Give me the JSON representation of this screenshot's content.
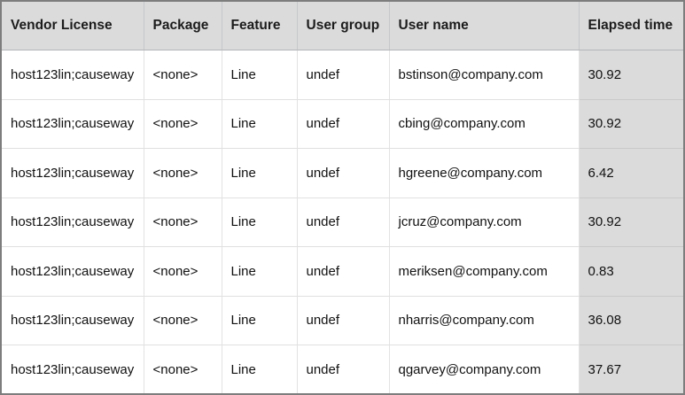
{
  "table": {
    "columns": [
      {
        "label": "Vendor License"
      },
      {
        "label": "Package"
      },
      {
        "label": "Feature"
      },
      {
        "label": "User group"
      },
      {
        "label": "User name"
      },
      {
        "label": "Elapsed time"
      }
    ],
    "rows": [
      {
        "vendor_license": "host123lin;causeway",
        "package": "<none>",
        "feature": "Line",
        "user_group": "undef",
        "user_name": "bstinson@company.com",
        "elapsed_time": "30.92"
      },
      {
        "vendor_license": "host123lin;causeway",
        "package": "<none>",
        "feature": "Line",
        "user_group": "undef",
        "user_name": "cbing@company.com",
        "elapsed_time": "30.92"
      },
      {
        "vendor_license": "host123lin;causeway",
        "package": "<none>",
        "feature": "Line",
        "user_group": "undef",
        "user_name": "hgreene@company.com",
        "elapsed_time": "6.42"
      },
      {
        "vendor_license": "host123lin;causeway",
        "package": "<none>",
        "feature": "Line",
        "user_group": "undef",
        "user_name": "jcruz@company.com",
        "elapsed_time": "30.92"
      },
      {
        "vendor_license": "host123lin;causeway",
        "package": "<none>",
        "feature": "Line",
        "user_group": "undef",
        "user_name": "meriksen@company.com",
        "elapsed_time": "0.83"
      },
      {
        "vendor_license": "host123lin;causeway",
        "package": "<none>",
        "feature": "Line",
        "user_group": "undef",
        "user_name": "nharris@company.com",
        "elapsed_time": "36.08"
      },
      {
        "vendor_license": "host123lin;causeway",
        "package": "<none>",
        "feature": "Line",
        "user_group": "undef",
        "user_name": "qgarvey@company.com",
        "elapsed_time": "37.67"
      }
    ]
  },
  "colors": {
    "header_background": "#dbdbdb",
    "elapsed_column_background": "#dbdbdb",
    "outer_border": "#7d7d7d",
    "body_grid_line": "#e0e0e0",
    "header_grid_line": "#c5c7c9",
    "header_text": "#1c1c1c",
    "body_text": "#111111"
  }
}
